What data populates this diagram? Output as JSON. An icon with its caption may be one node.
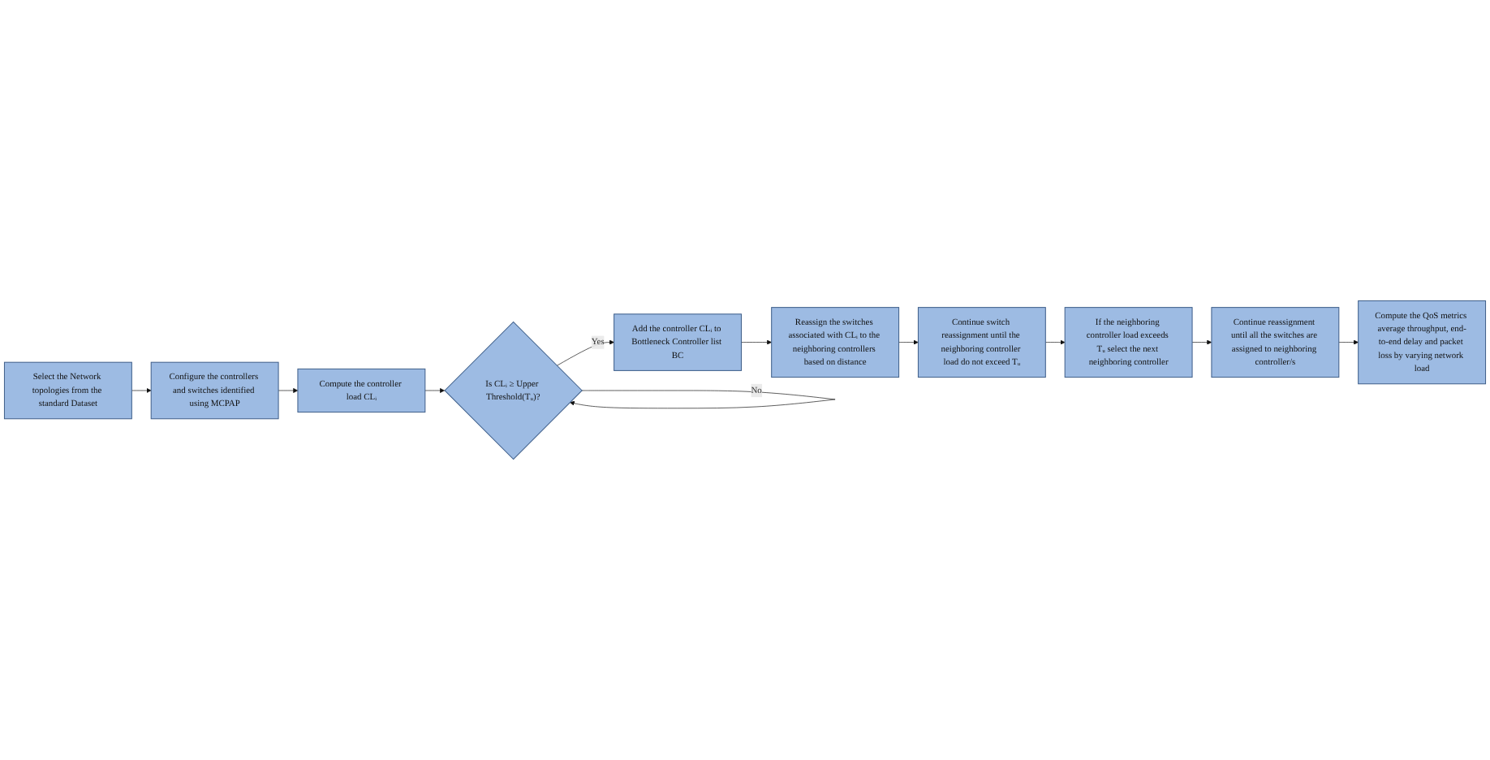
{
  "diagram": {
    "nodes": [
      {
        "text": [
          "Select the Network topologies from the standard Dataset"
        ]
      },
      {
        "text": [
          "Configure the controllers and switches identified using MCPAP"
        ]
      },
      {
        "text": [
          "Compute the controller load CLᵢ"
        ]
      },
      {
        "text": [
          "Is CLᵢ ≥ Upper Threshold(Tᵤ)?"
        ]
      },
      {
        "text": [
          "Add the controller CLᵢ to Bottleneck Controller list BC"
        ]
      },
      {
        "text": [
          "Reassign the switches associated with CLᵢ to the neighboring controllers based on distance"
        ]
      },
      {
        "text": [
          "Continue switch reassignment until the neighboring controller load do not exceed Tᵤ"
        ]
      },
      {
        "text": [
          "If the neighboring controller load exceeds Tᵤ select the next neighboring controller"
        ]
      },
      {
        "text": [
          "Continue reassignment until all the switches are assigned to neighboring controller/s"
        ]
      },
      {
        "text": [
          "Compute the QoS metrics average throughput, end-to-end delay and packet loss by varying network load"
        ]
      }
    ],
    "edges": [
      {
        "from": 0,
        "to": 1,
        "arrow": "to"
      },
      {
        "from": 1,
        "to": 2,
        "arrow": "to"
      },
      {
        "from": 2,
        "to": 3,
        "arrow": "to"
      },
      {
        "from": 3,
        "to": 3,
        "arrow": "to",
        "label": "No"
      },
      {
        "from": 3,
        "to": 4,
        "arrow": "to",
        "label": "Yes"
      },
      {
        "from": 4,
        "to": 5,
        "arrow": "to"
      },
      {
        "from": 5,
        "to": 6,
        "arrow": "to"
      },
      {
        "from": 6,
        "to": 7,
        "arrow": "to"
      },
      {
        "from": 7,
        "to": 8,
        "arrow": "to"
      },
      {
        "from": 8,
        "to": 9,
        "arrow": "to"
      }
    ]
  }
}
